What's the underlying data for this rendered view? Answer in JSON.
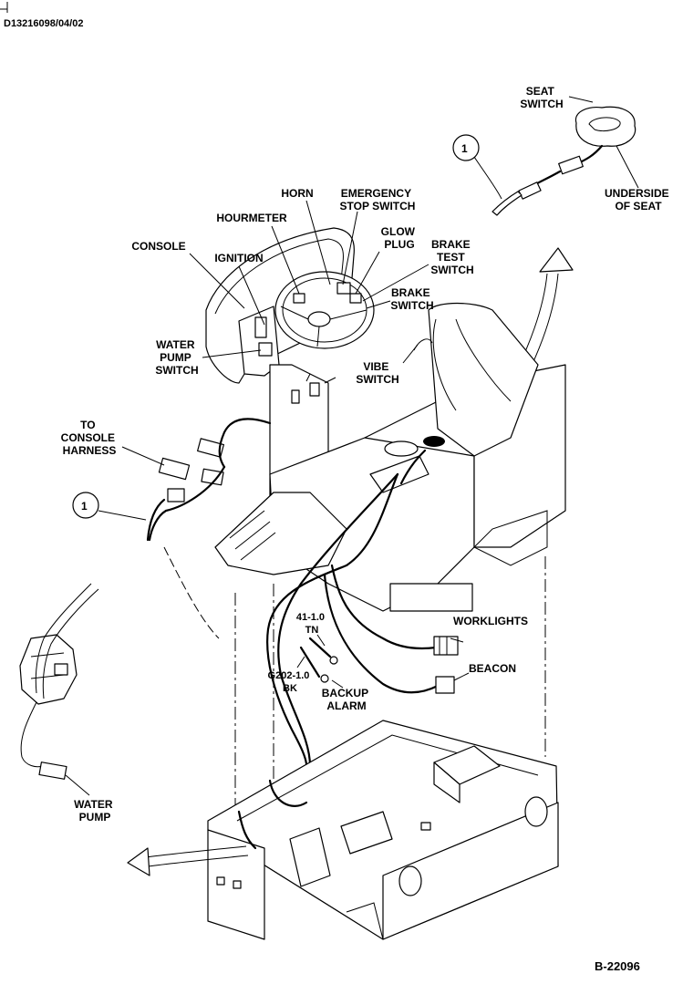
{
  "header": {
    "doc_id": "D13216098/04/02"
  },
  "footer": {
    "figure_id": "B-22096"
  },
  "callouts": {
    "seat_connector": "1",
    "water_pump_connector": "1"
  },
  "labels": {
    "seat_switch": [
      "SEAT",
      "SWITCH"
    ],
    "underside_of_seat": [
      "UNDERSIDE",
      "OF SEAT"
    ],
    "horn": [
      "HORN"
    ],
    "emergency_stop_switch": [
      "EMERGENCY",
      "STOP SWITCH"
    ],
    "hourmeter": [
      "HOURMETER"
    ],
    "glow_plug": [
      "GLOW",
      "PLUG"
    ],
    "console": [
      "CONSOLE"
    ],
    "ignition": [
      "IGNITION"
    ],
    "brake_test_switch": [
      "BRAKE",
      "TEST",
      "SWITCH"
    ],
    "brake_switch": [
      "BRAKE",
      "SWITCH"
    ],
    "water_pump_switch": [
      "WATER",
      "PUMP",
      "SWITCH"
    ],
    "vibe_switch": [
      "VIBE",
      "SWITCH"
    ],
    "to_console_harness": [
      "TO",
      "CONSOLE",
      "HARNESS"
    ],
    "wire_41": [
      "41-1.0",
      "TN"
    ],
    "worklights": [
      "WORKLIGHTS"
    ],
    "beacon": [
      "BEACON"
    ],
    "wire_g202": [
      "G202-1.0",
      "BK"
    ],
    "backup_alarm": [
      "BACKUP",
      "ALARM"
    ],
    "water_pump": [
      "WATER",
      "PUMP"
    ]
  }
}
